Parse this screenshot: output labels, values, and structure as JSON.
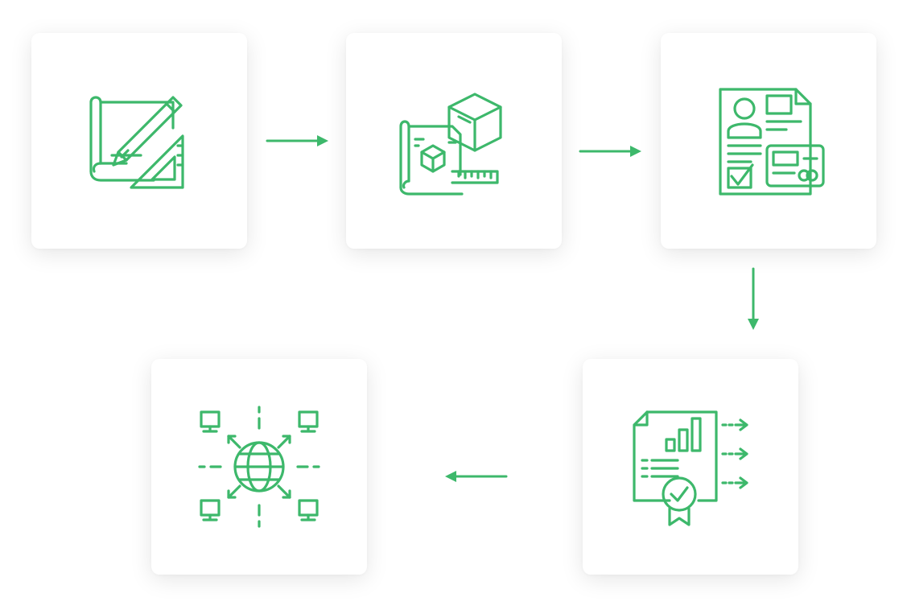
{
  "accent_color": "#3db86b",
  "steps": [
    {
      "icon": "blueprint-pencil-ruler-icon"
    },
    {
      "icon": "3d-box-blueprint-icon"
    },
    {
      "icon": "application-form-id-card-icon"
    },
    {
      "icon": "certified-report-chart-icon"
    },
    {
      "icon": "global-network-icon"
    }
  ],
  "arrows": [
    {
      "direction": "right"
    },
    {
      "direction": "right"
    },
    {
      "direction": "down"
    },
    {
      "direction": "left"
    }
  ]
}
